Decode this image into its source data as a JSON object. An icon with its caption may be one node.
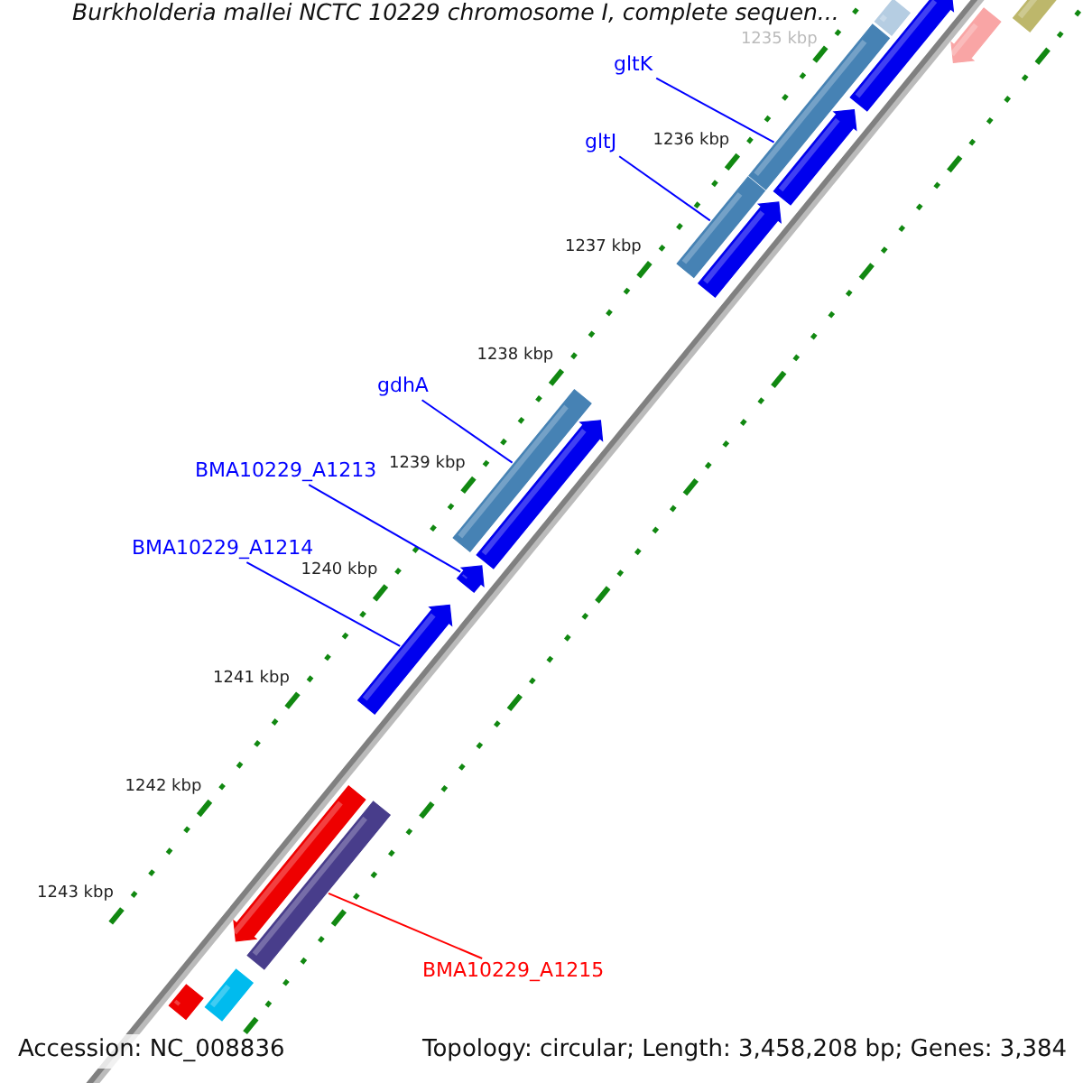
{
  "diagram": {
    "title": "Burkholderia mallei NCTC 10229 chromosome I, complete sequen...",
    "nodes": [
      {
        "text": [],
        "shape": "bar"
      },
      {
        "text": [],
        "shape": "bar"
      },
      {
        "text": [],
        "shape": "arrow"
      },
      {
        "text": [],
        "shape": "arrow"
      },
      {
        "text": [
          "gltK"
        ]
      },
      {
        "text": [],
        "shape": "bar"
      },
      {
        "text": [],
        "shape": "arrow"
      },
      {
        "text": [
          "gltJ"
        ]
      },
      {
        "text": [],
        "shape": "bar"
      },
      {
        "text": [],
        "shape": "arrow"
      },
      {
        "text": [
          "gdhA"
        ]
      },
      {
        "text": [],
        "shape": "bar"
      },
      {
        "text": [],
        "shape": "arrow"
      },
      {
        "text": [
          "BMA10229_A1213"
        ]
      },
      {
        "text": [],
        "shape": "arrow"
      },
      {
        "text": [
          "BMA10229_A1214"
        ]
      },
      {
        "text": [],
        "shape": "arrow"
      },
      {
        "text": [],
        "shape": "arrow"
      },
      {
        "text": [],
        "shape": "bar"
      },
      {
        "text": [
          "BMA10229_A1215"
        ]
      },
      {
        "text": [],
        "shape": "bar"
      },
      {
        "text": [],
        "shape": "bar"
      }
    ],
    "edges": [
      {
        "from": 4,
        "to": 5,
        "arrow": "none"
      },
      {
        "from": 7,
        "to": 8,
        "arrow": "none"
      },
      {
        "from": 10,
        "to": 11,
        "arrow": "none"
      },
      {
        "from": 13,
        "to": 14,
        "arrow": "none"
      },
      {
        "from": 15,
        "to": 16,
        "arrow": "none"
      },
      {
        "from": 19,
        "to": 18,
        "arrow": "none",
        "color": "#ff0000"
      }
    ],
    "labels": [
      "1235 kbp",
      "1236 kbp",
      "1237 kbp",
      "1238 kbp",
      "1239 kbp",
      "1240 kbp",
      "1241 kbp",
      "1242 kbp",
      "1243 kbp",
      "Accession: NC_008836",
      "Topology: circular; Length: 3,458,208 bp; Genes: 3,384"
    ]
  }
}
